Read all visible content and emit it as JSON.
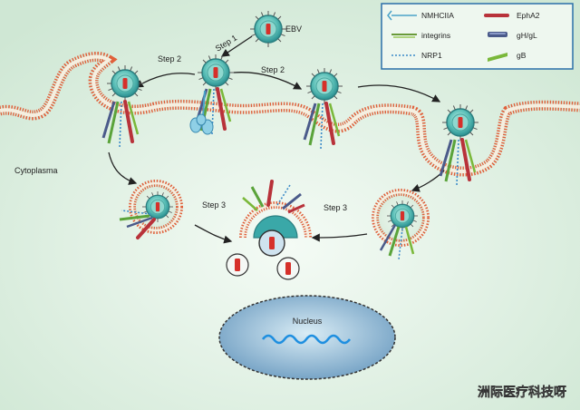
{
  "labels": {
    "virus": "EBV",
    "step1": "Step 1",
    "step2_left": "Step 2",
    "step2_right": "Step 2",
    "step3_left": "Step 3",
    "step3_right": "Step 3",
    "cytoplasma": "Cytoplasma",
    "nucleus": "Nucleus",
    "watermark": "洲际医疗科技呀"
  },
  "legend": [
    {
      "label": "NMHCIIA",
      "icon": "nmhciia-icon",
      "color": "#4aa3c8"
    },
    {
      "label": "integrins",
      "icon": "integrin-icon",
      "color": "#6a9a3a"
    },
    {
      "label": "NRP1",
      "icon": "nrp1-icon",
      "color": "#3a8ac8"
    },
    {
      "label": "EphA2",
      "icon": "epha2-icon",
      "color": "#b8323a"
    },
    {
      "label": "gH/gL",
      "icon": "ghgl-icon",
      "color": "#4a5a8a"
    },
    {
      "label": "gB",
      "icon": "gb-icon",
      "color": "#7ab83a"
    }
  ],
  "colors": {
    "background": "#e6f3e8",
    "membrane_head": "#e0603a",
    "virus_body": "#3aa8a8",
    "capsid": "#7fd0c8",
    "genome": "#d6302a",
    "nucleus": "#7aa8c8"
  }
}
